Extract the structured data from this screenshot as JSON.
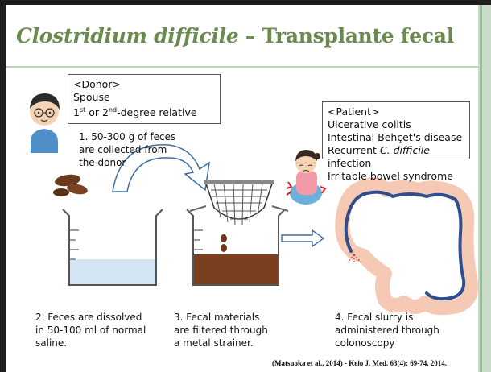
{
  "slide": {
    "title_italic": "Clostridium difficile",
    "title_rest": " – Transplante fecal"
  },
  "donor_box": {
    "heading": "<Donor>",
    "line1": "Spouse",
    "line2_a": "1",
    "line2_sup1": "st",
    "line2_b": " or 2",
    "line2_sup2": "nd",
    "line2_c": "-degree relative"
  },
  "patient_box": {
    "heading": "<Patient>",
    "items": [
      "Ulcerative colitis",
      "Intestinal Behçet's disease"
    ],
    "recurrent_a": "Recurrent ",
    "recurrent_italic": "C. difficile",
    "recurrent_b": " infection",
    "last_item": "Irritable bowel syndrome"
  },
  "steps": {
    "step1_line1": "1. 50-300 g of feces",
    "step1_line2": "are collected from",
    "step1_line3": "the donor",
    "step2_line1": "2. Feces are dissolved",
    "step2_line2": "in 50-100 ml of normal",
    "step2_line3": "saline.",
    "step3_line1": "3. Fecal materials",
    "step3_line2": "are filtered through",
    "step3_line3": "a metal strainer.",
    "step4_line1": "4. Fecal slurry is",
    "step4_line2": "administered through",
    "step4_line3": "colonoscopy"
  },
  "citation": "(Matsuoka et al., 2014) - Keio J. Med. 63(4): 69-74, 2014.",
  "colors": {
    "title": "#6b8b4e",
    "saline": "#d4e6f3",
    "slurry": "#7a3f1e",
    "colon": "#f5c9b4",
    "scope": "#2f4c8c"
  }
}
